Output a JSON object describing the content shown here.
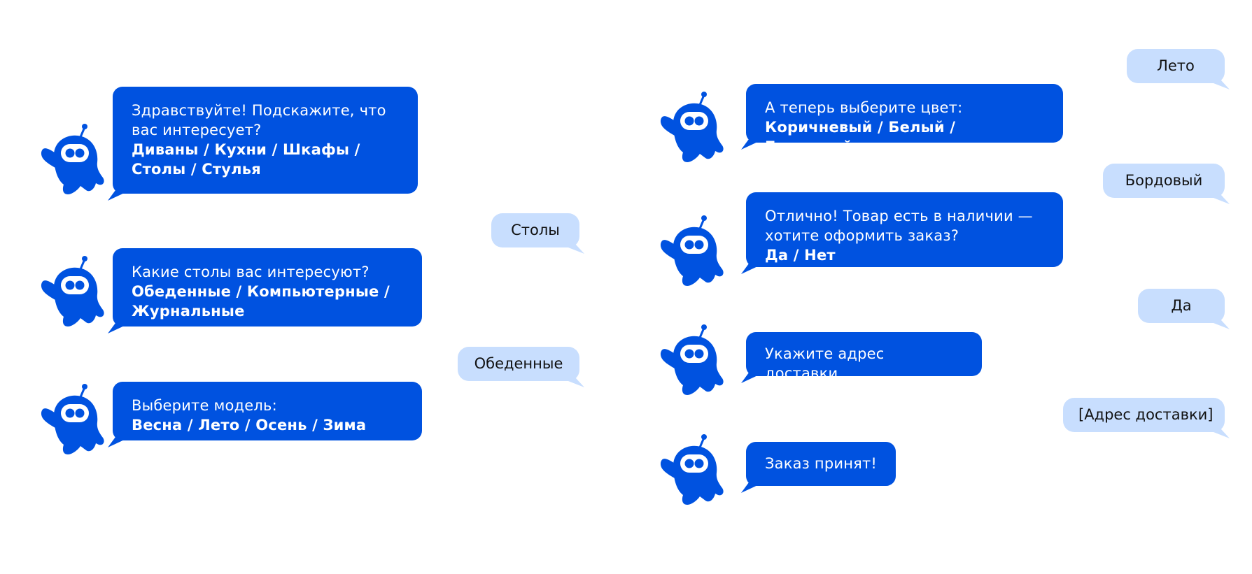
{
  "colors": {
    "bot_bubble": "#0052e0",
    "user_bubble": "#c8defe",
    "bot_icon": "#0052e0"
  },
  "bot_icon": "robot-mascot-icon",
  "left_column": {
    "messages": [
      {
        "question": "Здравствуйте! Подскажите, что вас интересует?",
        "options": "Диваны / Кухни / Шкафы / Столы / Стулья"
      },
      {
        "question": "Какие столы вас интересуют?",
        "options": "Обеденные / Компьютерные / Журнальные"
      },
      {
        "question": "Выберите модель:",
        "options": "Весна / Лето / Осень / Зима"
      }
    ],
    "replies": [
      "Столы",
      "Обеденные"
    ]
  },
  "right_column": {
    "messages": [
      {
        "question": "А теперь выберите цвет:",
        "options": "Коричневый / Белый / Бордовый"
      },
      {
        "question": "Отлично! Товар есть в наличии — хотите оформить заказ?",
        "options": "Да / Нет"
      },
      {
        "question": "Укажите адрес доставки.",
        "options": ""
      },
      {
        "question": "Заказ принят!",
        "options": ""
      }
    ],
    "replies": [
      "Лето",
      "Бордовый",
      "Да",
      "[Адрес доставки]"
    ]
  }
}
